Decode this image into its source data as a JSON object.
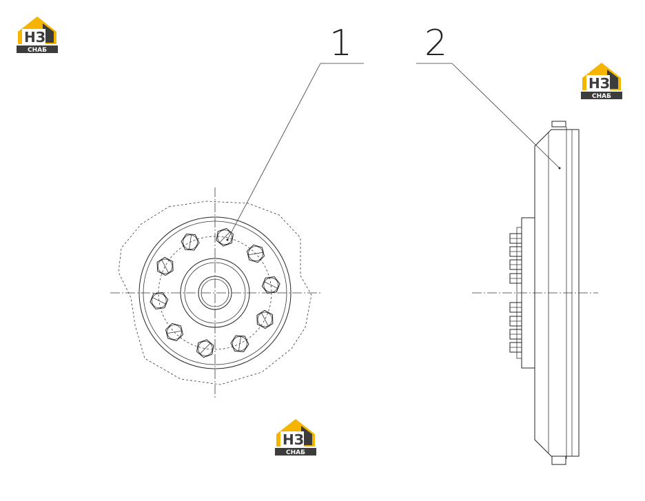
{
  "logos": [
    {
      "title": "НЗ",
      "sub": "СНАБ"
    },
    {
      "title": "НЗ",
      "sub": "СНАБ"
    },
    {
      "title": "НЗ",
      "sub": "СНАБ"
    }
  ],
  "callouts": [
    {
      "label": "1"
    },
    {
      "label": "2"
    }
  ],
  "colors": {
    "logo_orange": "#f5b400",
    "logo_dark": "#3c3c3c",
    "line": "#222222"
  }
}
